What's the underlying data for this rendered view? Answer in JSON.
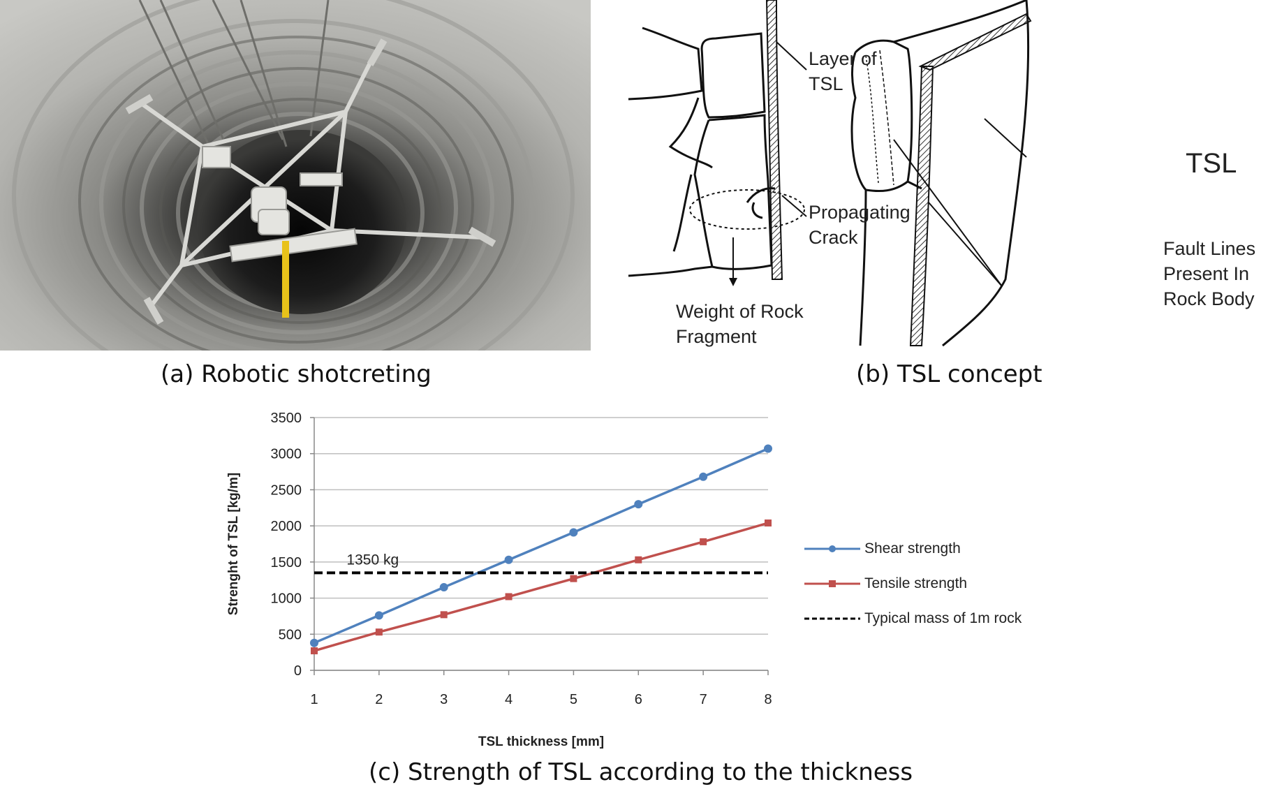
{
  "captions": {
    "a": "(a) Robotic shotcreting",
    "b": "(b) TSL concept",
    "c": "(c) Strength of TSL according to the thickness"
  },
  "concept_labels": {
    "layer": [
      "Layer of",
      "TSL"
    ],
    "crack": [
      "Propagating",
      "Crack"
    ],
    "weight": [
      "Weight of Rock",
      "Fragment"
    ],
    "tsl": "TSL",
    "fault": [
      "Fault Lines",
      "Present In",
      "Rock Body"
    ]
  },
  "colors": {
    "shear": "#4F81BD",
    "tensile": "#C0504D",
    "mass": "#000000",
    "grid": "#BFBFBF"
  },
  "chart_data": {
    "type": "line",
    "xlabel": "TSL thickness [mm]",
    "ylabel": "Strenght of TSL  [kg/m]",
    "x": [
      1,
      2,
      3,
      4,
      5,
      6,
      7,
      8
    ],
    "xlim": [
      1,
      8
    ],
    "ylim": [
      0,
      3500
    ],
    "yticks": [
      0,
      500,
      1000,
      1500,
      2000,
      2500,
      3000,
      3500
    ],
    "grid": true,
    "legend": "right",
    "annotation": "1350 kg",
    "series": [
      {
        "name": "Shear strength",
        "marker": "circle",
        "values": [
          380,
          760,
          1150,
          1530,
          1910,
          2300,
          2680,
          3070
        ]
      },
      {
        "name": "Tensile strength",
        "marker": "square",
        "values": [
          270,
          530,
          770,
          1020,
          1270,
          1530,
          1780,
          2040
        ]
      },
      {
        "name": "Typical mass of 1m rock",
        "marker": "none",
        "dashed": true,
        "values": [
          1350,
          1350,
          1350,
          1350,
          1350,
          1350,
          1350,
          1350
        ]
      }
    ]
  }
}
